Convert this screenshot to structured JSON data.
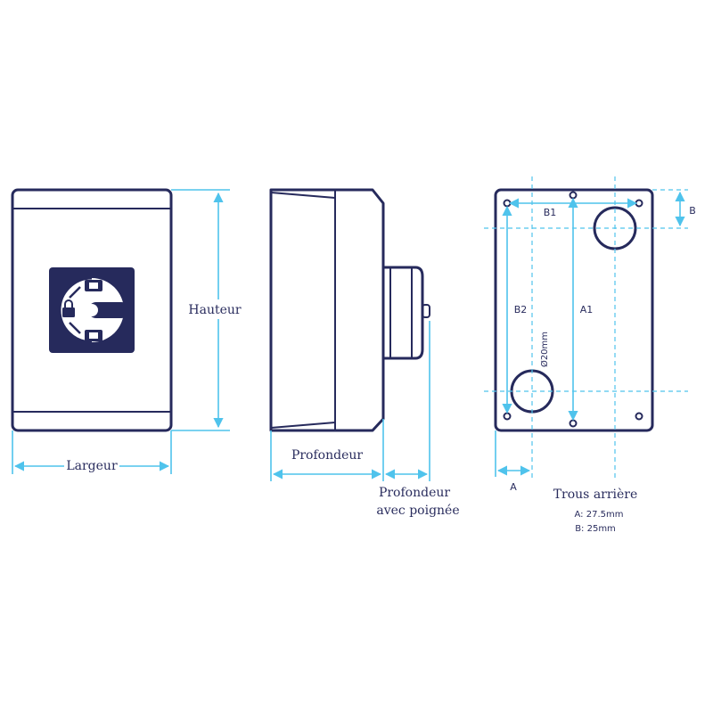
{
  "colors": {
    "outline": "#262a5c",
    "dimension": "#4fc3ec",
    "text": "#2a2d5e",
    "background": "#ffffff"
  },
  "labels": {
    "hauteur": "Hauteur",
    "largeur": "Largeur",
    "profondeur": "Profondeur",
    "profondeur_poignee_line1": "Profondeur",
    "profondeur_poignee_line2": "avec poignée",
    "b1": "B1",
    "b2": "B2",
    "a1": "A1",
    "b": "B",
    "a": "A",
    "diameter": "Ø20mm",
    "trous_arriere": "Trous arrière",
    "a_value": "A: 27.5mm",
    "b_value": "B: 25mm"
  },
  "icons": {
    "front_switch": "rotary-switch-lock-icon"
  }
}
